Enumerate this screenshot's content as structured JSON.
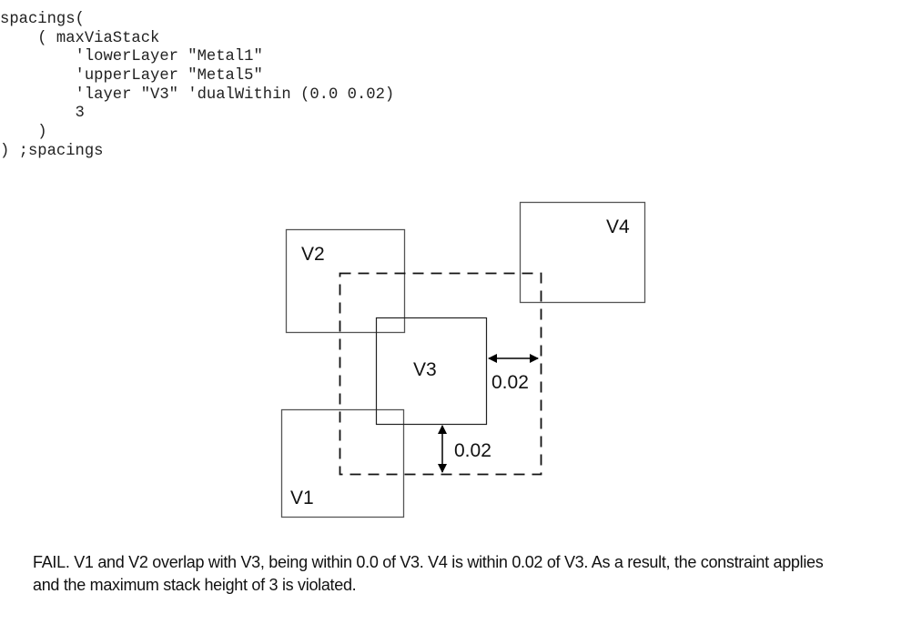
{
  "code": {
    "lines": [
      "spacings(",
      "    ( maxViaStack",
      "        'lowerLayer \"Metal1\"",
      "        'upperLayer \"Metal5\"",
      "        'layer \"V3\" 'dualWithin (0.0 0.02)",
      "        3",
      "    )",
      ") ;spacings"
    ]
  },
  "diagram": {
    "labels": {
      "v1": "V1",
      "v2": "V2",
      "v3": "V3",
      "v4": "V4"
    },
    "dimensions": {
      "horizontal": "0.02",
      "vertical": "0.02"
    }
  },
  "caption": {
    "text": "FAIL. V1 and V2 overlap with V3, being within 0.0 of V3. V4 is within 0.02 of V3. As a result, the constraint applies and the maximum stack height of 3 is violated."
  }
}
